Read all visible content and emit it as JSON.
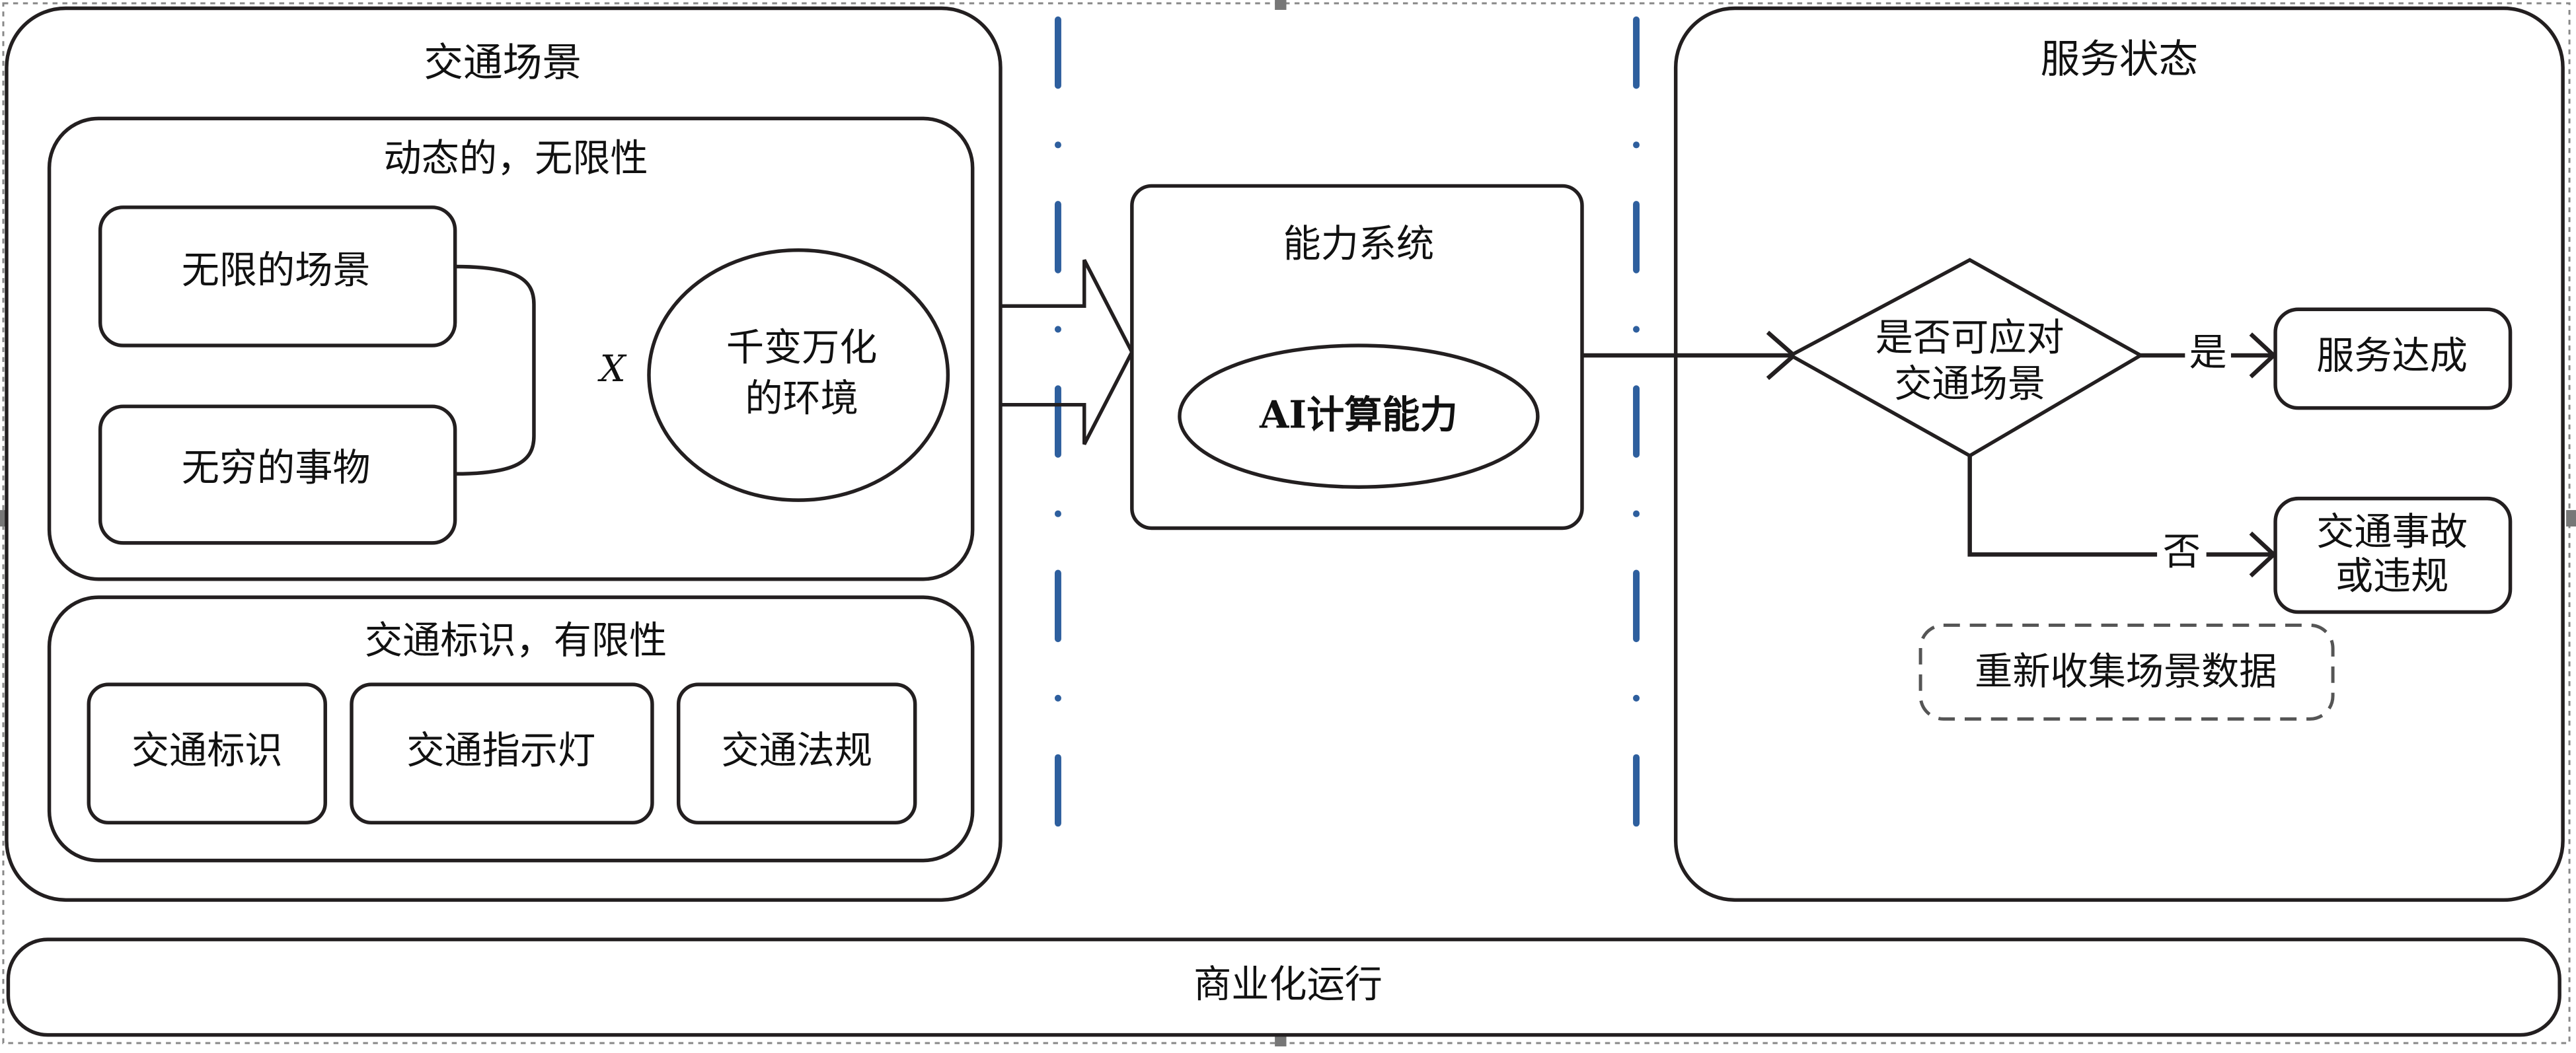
{
  "left_panel": {
    "title": "交通场景",
    "dynamic_group": {
      "title": "动态的，无限性",
      "items": [
        "无限的场景",
        "无穷的事物"
      ],
      "operator": "X",
      "environment": [
        "千变万化",
        "的环境"
      ]
    },
    "static_group": {
      "title": "交通标识，有限性",
      "items": [
        "交通标识",
        "交通指示灯",
        "交通法规"
      ]
    }
  },
  "middle_panel": {
    "title": "能力系统",
    "core": "AI计算能力"
  },
  "right_panel": {
    "title": "服务状态",
    "decision": [
      "是否可应对",
      "交通场景"
    ],
    "yes_label": "是",
    "no_label": "否",
    "yes_result": "服务达成",
    "no_result": [
      "交通事故",
      "或违规"
    ],
    "feedback": "重新收集场景数据"
  },
  "bottom_bar": {
    "label": "商业化运行"
  },
  "colors": {
    "separator": "#2e5f9e",
    "stroke": "#231f20"
  }
}
